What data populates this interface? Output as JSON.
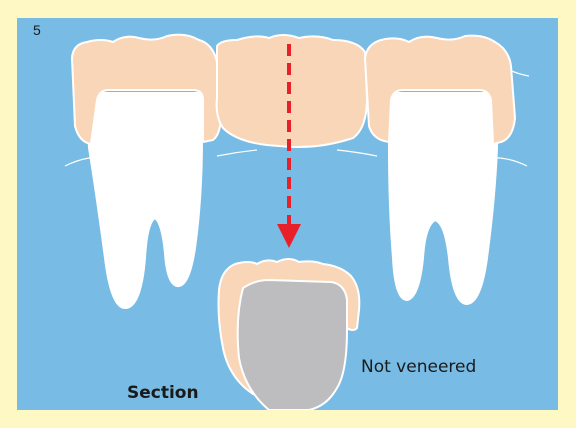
{
  "figure": {
    "number": "5",
    "labels": {
      "not_veneered": "Not veneered",
      "section": "Section"
    }
  },
  "colors": {
    "page_background": "#fdf8c4",
    "panel_background": "#78bce5",
    "veneer": "#fad6b8",
    "tooth": "#ffffff",
    "metal_framework": "#bdbdbf",
    "arrow": "#e8202a",
    "outline": "#ffffff"
  },
  "icons": {
    "arrow": "dashed-down-arrow"
  }
}
